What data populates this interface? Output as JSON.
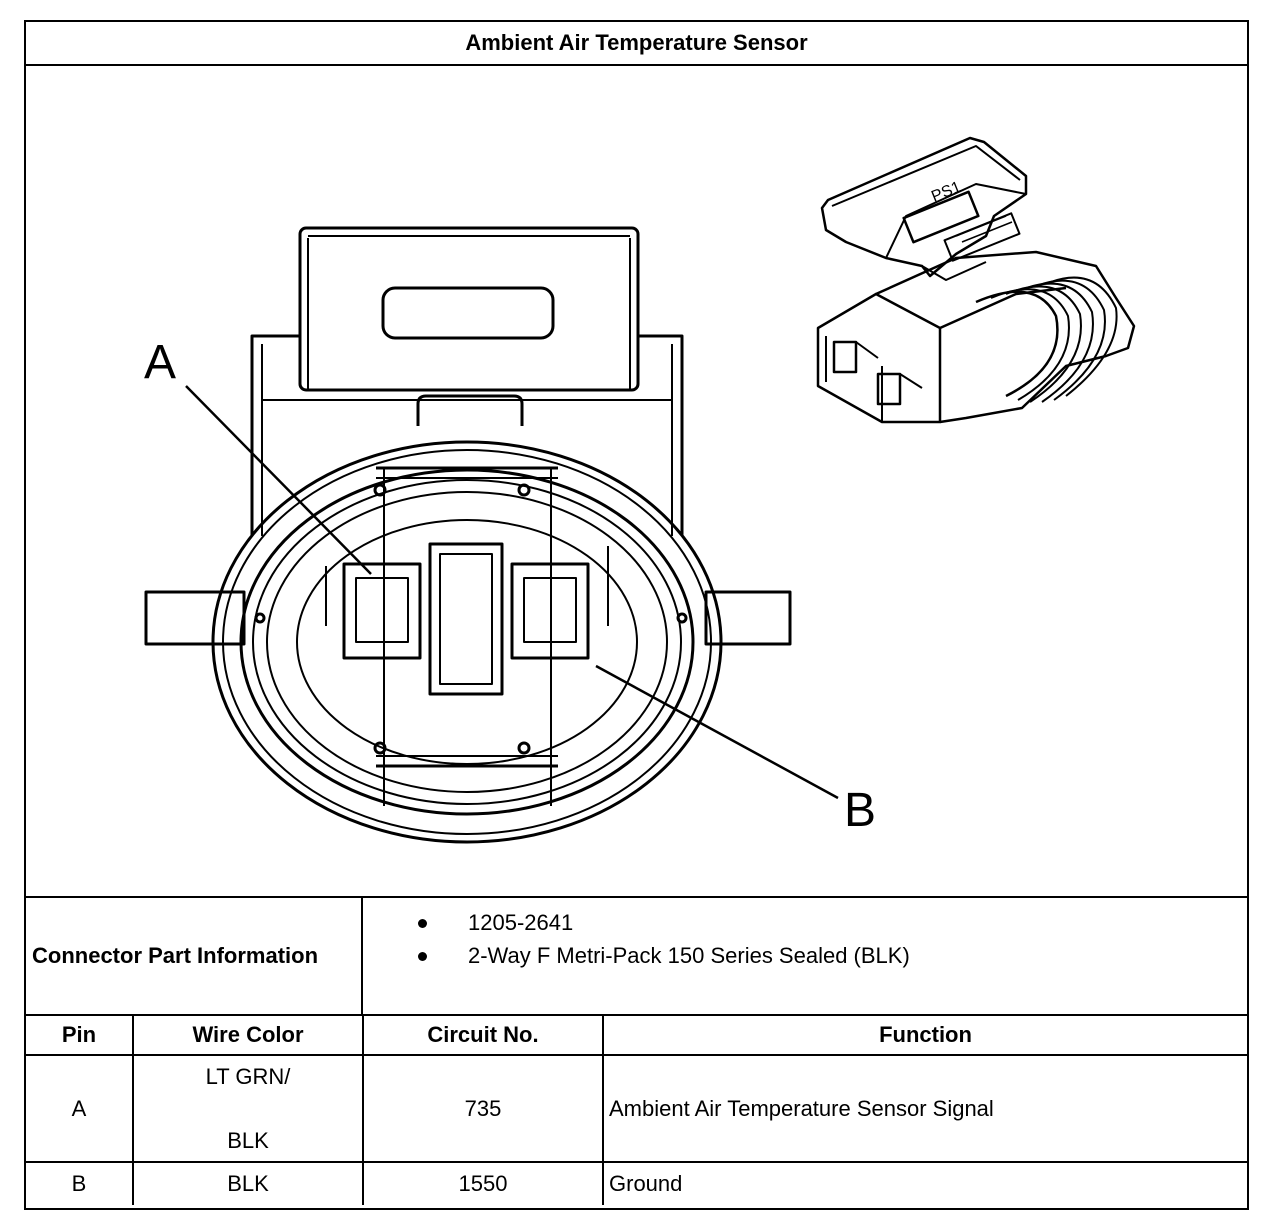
{
  "title": "Ambient Air Temperature Sensor",
  "diagram": {
    "pin_label_a": "A",
    "pin_label_b": "B",
    "connector_embossed_text": "PS1"
  },
  "connector_part_info": {
    "label": "Connector Part Information",
    "items": [
      "1205-2641",
      "2-Way F Metri-Pack 150 Series Sealed (BLK)"
    ]
  },
  "pin_table": {
    "headers": {
      "pin": "Pin",
      "wire_color": "Wire Color",
      "circuit": "Circuit No.",
      "function": "Function"
    },
    "rows": [
      {
        "pin": "A",
        "wire_color_line1": "LT GRN/",
        "wire_color_line2": "BLK",
        "circuit": "735",
        "function": "Ambient Air Temperature Sensor Signal"
      },
      {
        "pin": "B",
        "wire_color": "BLK",
        "circuit": "1550",
        "function": "Ground"
      }
    ]
  }
}
